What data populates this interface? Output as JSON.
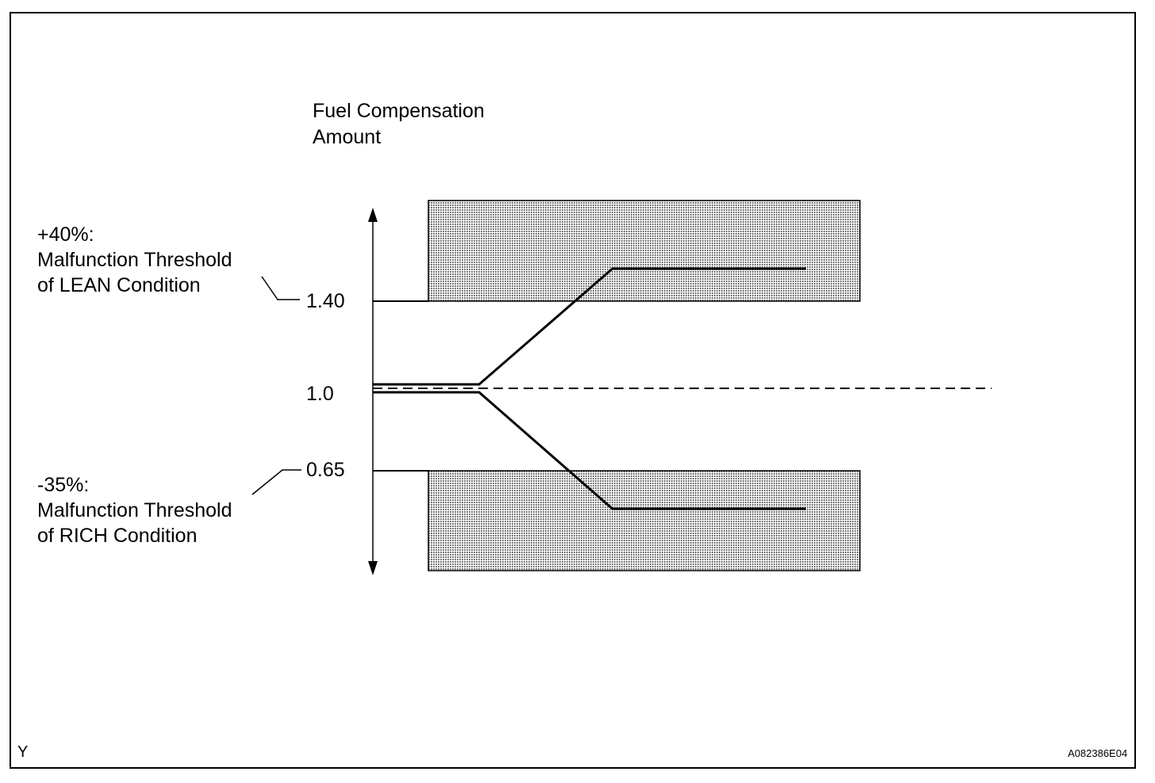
{
  "axis_title": {
    "line1": "Fuel Compensation",
    "line2": "Amount"
  },
  "ticks": {
    "upper": "1.40",
    "middle": "1.0",
    "lower": "0.65"
  },
  "lean": {
    "percent": "+40%:",
    "line1": "Malfunction Threshold",
    "line2": "of LEAN Condition"
  },
  "rich": {
    "percent": "-35%:",
    "line1": "Malfunction Threshold",
    "line2": "of RICH Condition"
  },
  "corner_mark": "Y",
  "figure_code": "A082386E04",
  "colors": {
    "line": "#000000",
    "zone_fill": "#b8b8b8",
    "background": "#ffffff"
  }
}
